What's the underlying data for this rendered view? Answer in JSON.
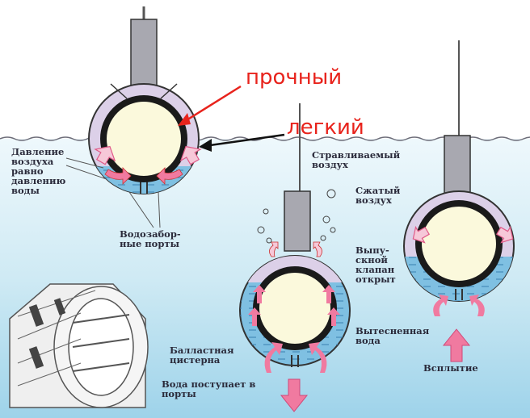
{
  "annotations": {
    "strong_hull": "прочный",
    "light_hull": "легкий"
  },
  "labels": {
    "air_pressure": "Давление\nвоздуха\nравно\nдавлению\nводы",
    "intake_ports": "Водозабор-\nные порты",
    "vented_air": "Стравливаемый\nвоздух",
    "compressed_air": "Сжатый\nвоздух",
    "exhaust_valve": "Выпу-\nскной\nклапан\nоткрыт",
    "displaced_water": "Вытесненная\nвода",
    "ballast_tank": "Балластная\nцистерна",
    "water_enters": "Вода поступает в\nпорты",
    "surfacing": "Всплытие"
  },
  "colors": {
    "annotation_red": "#e8231c",
    "inner_hull": "#fbf9dc",
    "ballast_air": "#dcd0e8",
    "ballast_water": "#7fc0e2",
    "sea_water": "#cfeaf4",
    "arrow_pink": "#f07aa0"
  },
  "icons": [
    "arrow-down-icon",
    "arrow-up-icon",
    "bubble-icon"
  ]
}
